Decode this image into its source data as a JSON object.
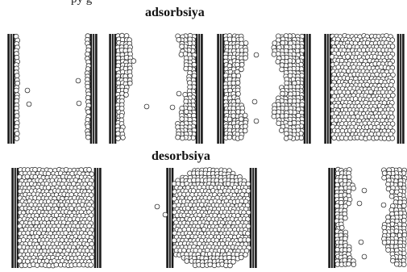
{
  "caption": "py                    g",
  "labels": {
    "adsorption": "adsorbsiya",
    "desorption": "desorbsiya"
  },
  "colors": {
    "wall": "#1a1a1a",
    "particle_stroke": "#333333",
    "particle_fill": "#ffffff",
    "background": "#ffffff"
  }
}
